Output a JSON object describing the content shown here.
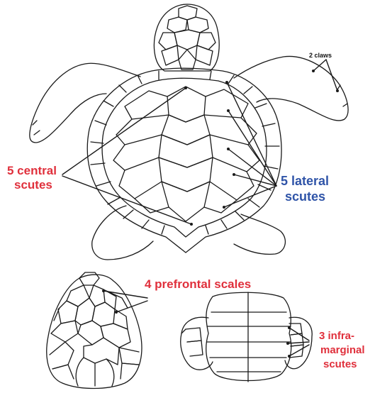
{
  "labels": {
    "claws": "2 claws",
    "central_line1": "5 central",
    "central_line2": "scutes",
    "lateral_line1": "5 lateral",
    "lateral_line2": "scutes",
    "prefrontal": "4 prefrontal scales",
    "inframarginal_line1": "3 infra-",
    "inframarginal_line2": "marginal",
    "inframarginal_line3": "scutes"
  },
  "colors": {
    "label_red": "#e0303c",
    "label_blue": "#2f54a8",
    "line": "#1a1a1a",
    "small_text": "#111111"
  }
}
